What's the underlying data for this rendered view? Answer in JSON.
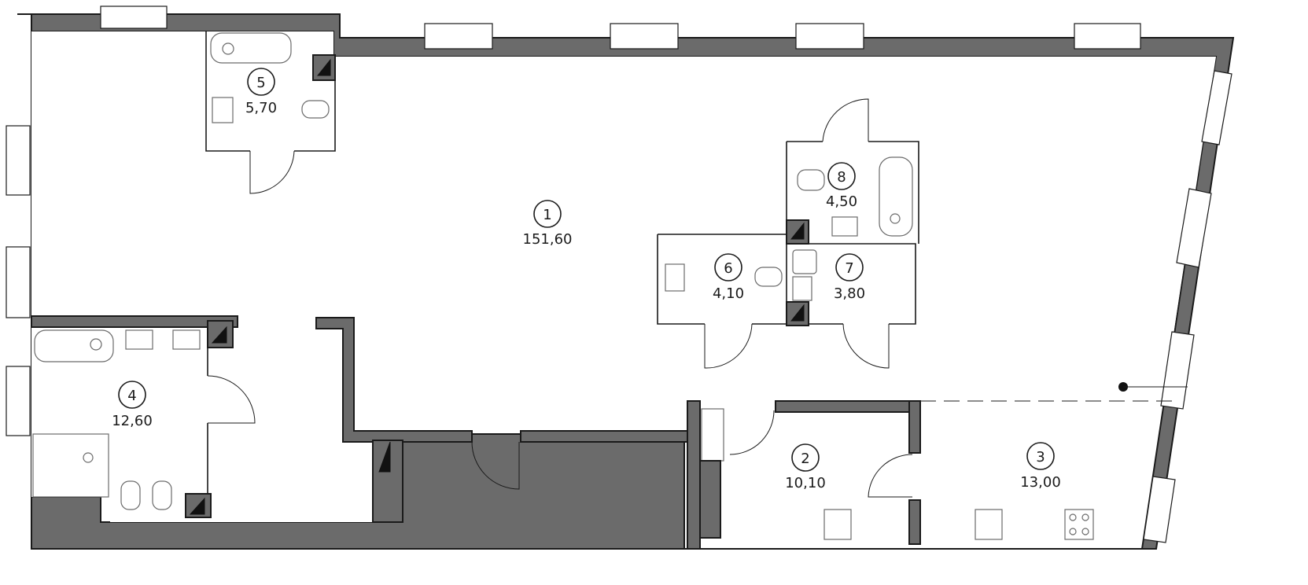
{
  "plan": {
    "rooms": [
      {
        "number": "1",
        "area": "151,60"
      },
      {
        "number": "2",
        "area": "10,10"
      },
      {
        "number": "3",
        "area": "13,00"
      },
      {
        "number": "4",
        "area": "12,60"
      },
      {
        "number": "5",
        "area": "5,70"
      },
      {
        "number": "6",
        "area": "4,10"
      },
      {
        "number": "7",
        "area": "3,80"
      },
      {
        "number": "8",
        "area": "4,50"
      }
    ]
  }
}
